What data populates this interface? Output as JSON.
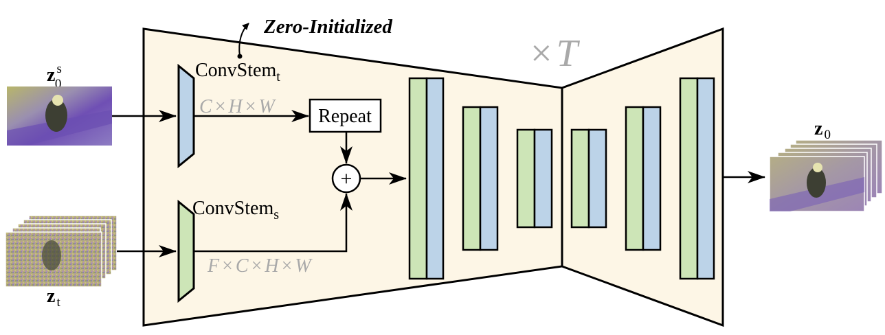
{
  "annotation": {
    "text": "Zero-Initialized"
  },
  "repeat_label": {
    "text": "× T",
    "times": "×",
    "var": "T"
  },
  "conv_stem_t": {
    "base": "ConvStem",
    "sub": "t"
  },
  "conv_stem_s": {
    "base": "ConvStem",
    "sub": "s"
  },
  "repeat_box": {
    "label": "Repeat"
  },
  "add_node": {
    "symbol": "+"
  },
  "dims_t": {
    "parts": [
      "C",
      "×",
      "H",
      "×",
      "W"
    ]
  },
  "dims_s": {
    "parts": [
      "F",
      "×",
      "C",
      "×",
      "H",
      "×",
      "W"
    ]
  },
  "input_cond": {
    "var": "z",
    "sub": "0",
    "sup": "s"
  },
  "input_noisy": {
    "var": "z",
    "sub": "t"
  },
  "output": {
    "var": "z",
    "sub": "0"
  },
  "colors": {
    "unet_fill": "#fdf6e6",
    "stem_t_fill": "#bcd3e8",
    "stem_s_fill": "#cde5b7",
    "block_green": "#cde5b7",
    "block_blue": "#bcd3e8",
    "dim_text": "#a9a9a9"
  }
}
